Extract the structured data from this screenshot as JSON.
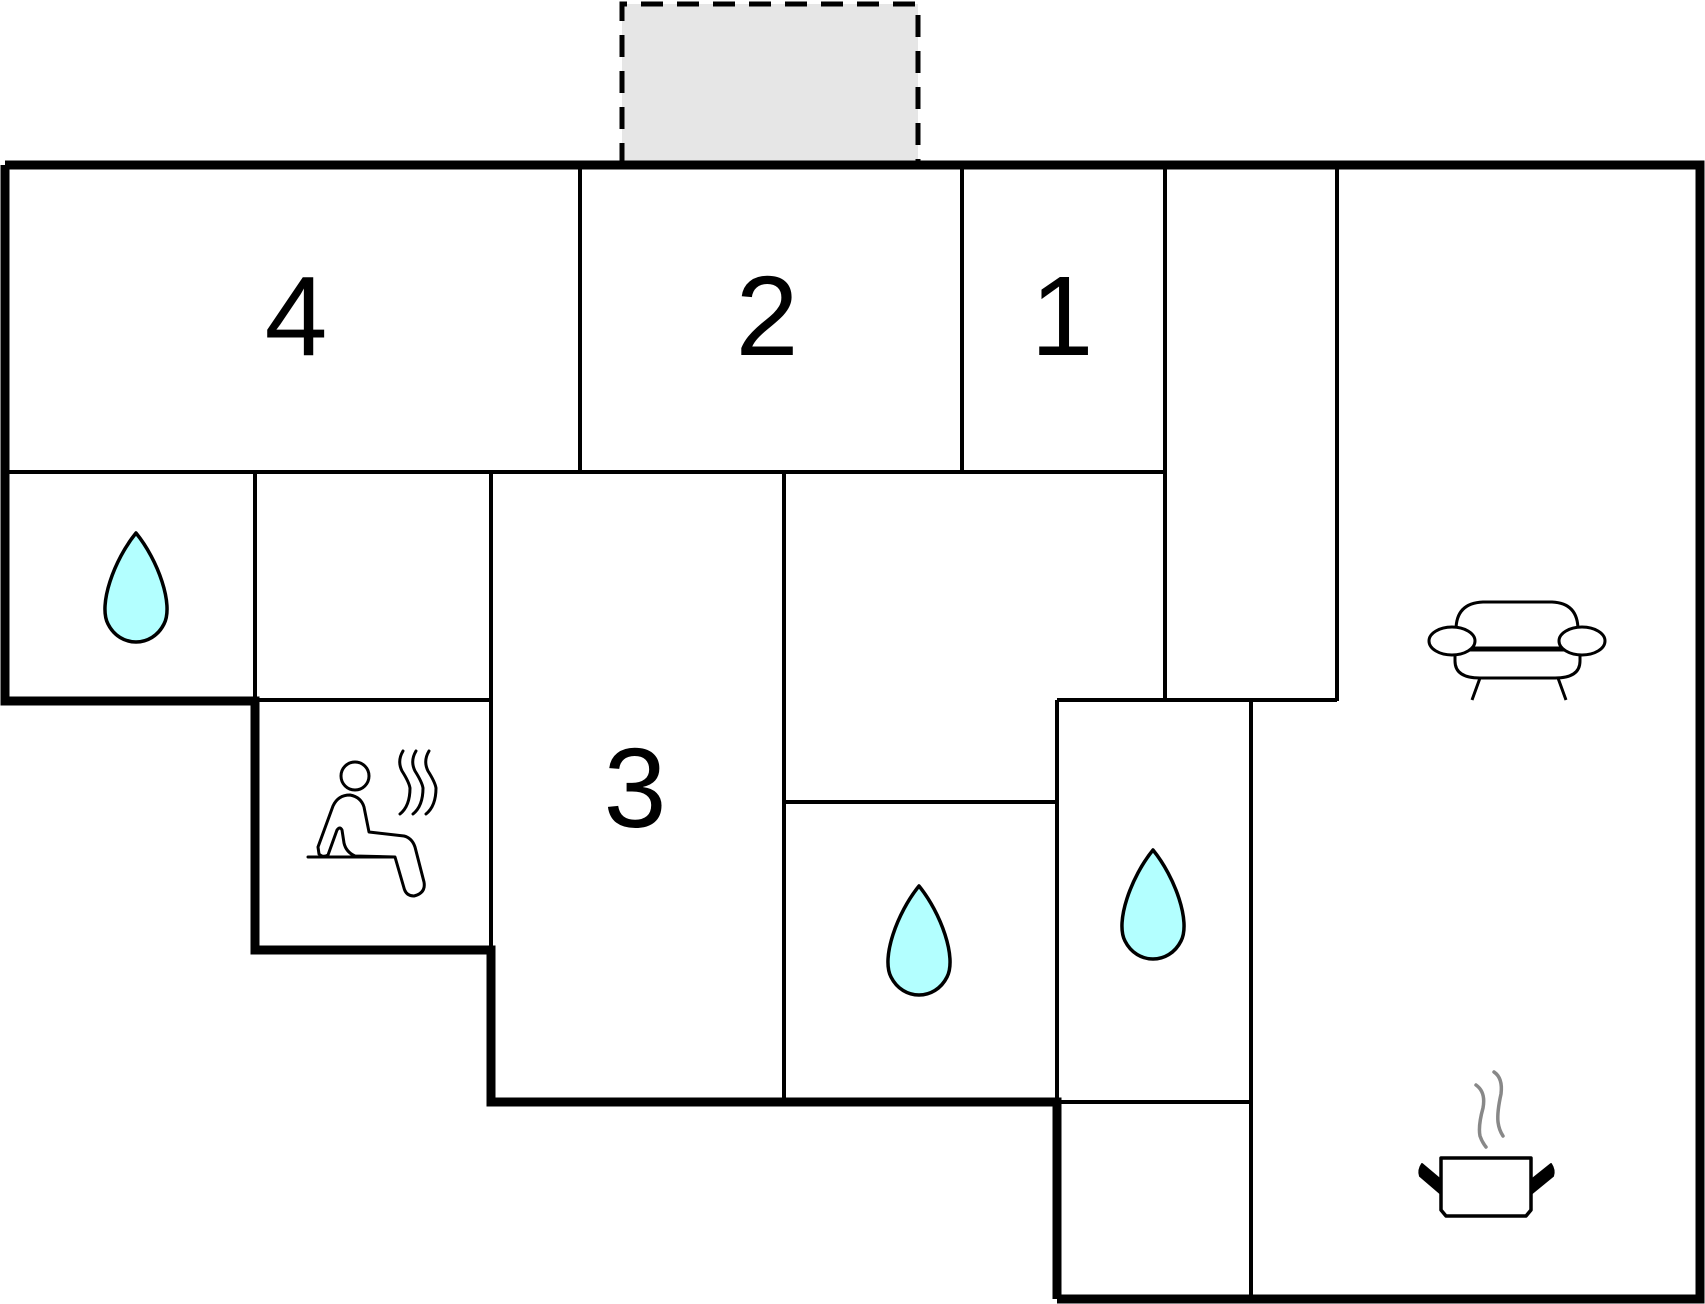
{
  "floorplan": {
    "rooms": [
      {
        "id": "bedroom-4",
        "label": "4"
      },
      {
        "id": "bedroom-2",
        "label": "2"
      },
      {
        "id": "bedroom-1",
        "label": "1"
      },
      {
        "id": "bedroom-3",
        "label": "3"
      }
    ],
    "icons": {
      "bathroom": "water-drop-icon",
      "sauna": "sauna-icon",
      "living": "sofa-icon",
      "kitchen": "cooking-pot-icon"
    },
    "colors": {
      "wall": "#000000",
      "water": "#b3ffff",
      "terrace": "#e6e6e6",
      "steam_gray": "#888888"
    }
  }
}
